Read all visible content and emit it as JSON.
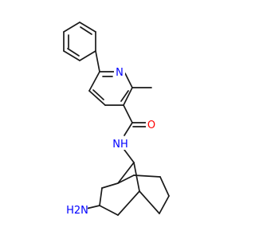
{
  "molecule": {
    "atom_labels": {
      "ring_nitrogen": "N",
      "amide_oxygen": "O",
      "amide_nitrogen": "NH",
      "amine": "H2N"
    },
    "colors": {
      "bond": "#1a1a1a",
      "nitrogen": "#0000ff",
      "oxygen": "#ff0000",
      "background": "#ffffff"
    }
  }
}
